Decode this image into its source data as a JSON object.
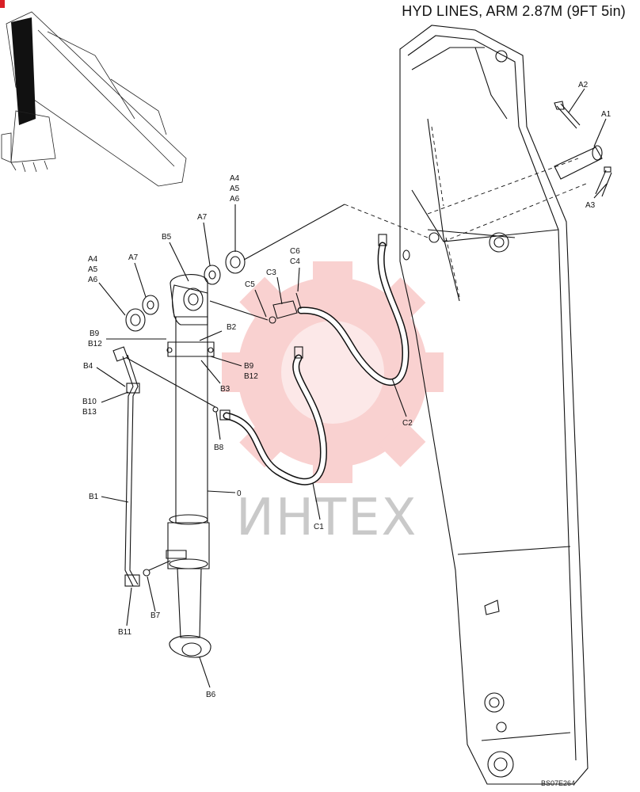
{
  "header": {
    "title": "HYD LINES, ARM 2.87M (9FT 5in)",
    "drawing_code": "BS07E264"
  },
  "watermark": {
    "text": "ИНТЕХ",
    "color": "#e8312f"
  },
  "labels": {
    "A1": "A1",
    "A2": "A2",
    "A3": "A3",
    "A4": "A4",
    "A5": "A5",
    "A6": "A6",
    "A7": "A7",
    "A4b": "A4",
    "A5b": "A5",
    "A6b": "A6",
    "A7b": "A7",
    "B1": "B1",
    "B2": "B2",
    "B3": "B3",
    "B4": "B4",
    "B5": "B5",
    "B6": "B6",
    "B7": "B7",
    "B8": "B8",
    "B9": "B9",
    "B12": "B12",
    "B9b": "B9",
    "B12b": "B12",
    "B10": "B10",
    "B13": "B13",
    "B11": "B11",
    "C1": "C1",
    "C2": "C2",
    "C3": "C3",
    "C4": "C4",
    "C5": "C5",
    "C6": "C6",
    "zero": "0"
  }
}
